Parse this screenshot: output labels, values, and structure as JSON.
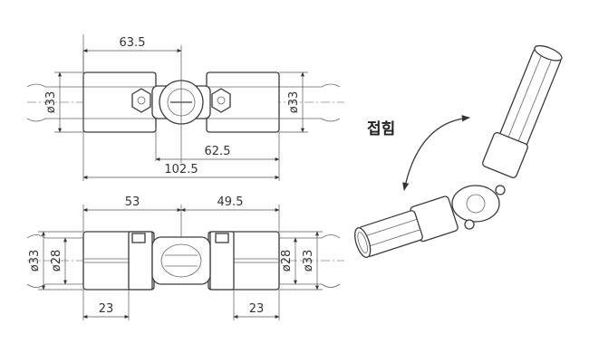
{
  "top_view": {
    "dim_span": "63.5",
    "dim_left_dia": "ø33",
    "dim_right_dia": "ø33",
    "dim_half": "62.5",
    "dim_total": "102.5"
  },
  "front_view": {
    "dim_left_len": "53",
    "dim_right_len": "49.5",
    "dim_outer_left": "ø33",
    "dim_inner_left": "ø28",
    "dim_inner_right": "ø28",
    "dim_outer_right": "ø33",
    "dim_sleeve_left": "23",
    "dim_sleeve_right": "23"
  },
  "iso_view": {
    "fold_label": "접힘"
  }
}
